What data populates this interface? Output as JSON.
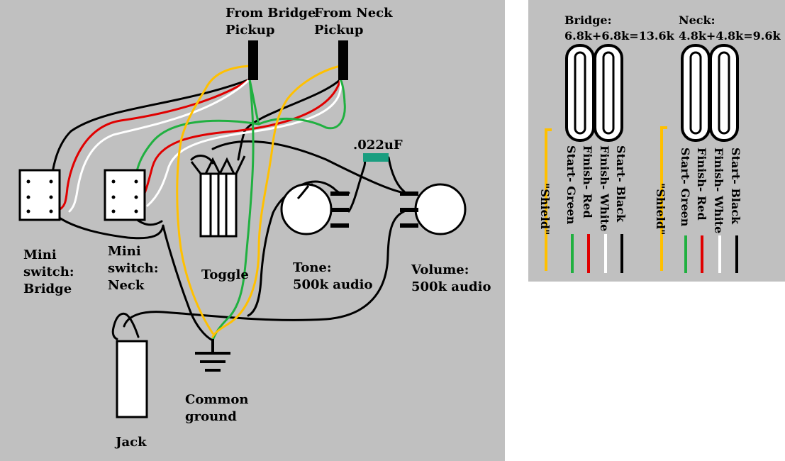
{
  "colors": {
    "background": "#c0c0c0",
    "yellow": "#ffc000",
    "green": "#20b040",
    "red": "#e00000",
    "white": "#ffffff",
    "black": "#000000",
    "capacitor": "#1a9e80"
  },
  "labels": {
    "bridge_pickup": [
      "From Bridge",
      "Pickup"
    ],
    "neck_pickup": [
      "From Neck",
      "Pickup"
    ],
    "capacitor": ".022uF",
    "mini_bridge": [
      "Mini",
      "switch:",
      "Bridge"
    ],
    "mini_neck": [
      "Mini",
      "switch:",
      "Neck"
    ],
    "toggle": "Toggle",
    "tone": [
      "Tone:",
      "500k audio"
    ],
    "volume": [
      "Volume:",
      "500k audio"
    ],
    "ground": [
      "Common",
      "ground"
    ],
    "jack": "Jack"
  },
  "legend": {
    "bridge": {
      "title": "Bridge:",
      "value": "6.8k+6.8k=13.6k",
      "wires": [
        "\"Shield\"",
        "Start- Green",
        "Finish- Red",
        "Finish- White",
        "Start- Black"
      ]
    },
    "neck": {
      "title": "Neck:",
      "value": "4.8k+4.8k=9.6k",
      "wires": [
        "\"Shield\"",
        "Start- Green",
        "Finish- Red",
        "Finish- White",
        "Start- Black"
      ]
    }
  }
}
